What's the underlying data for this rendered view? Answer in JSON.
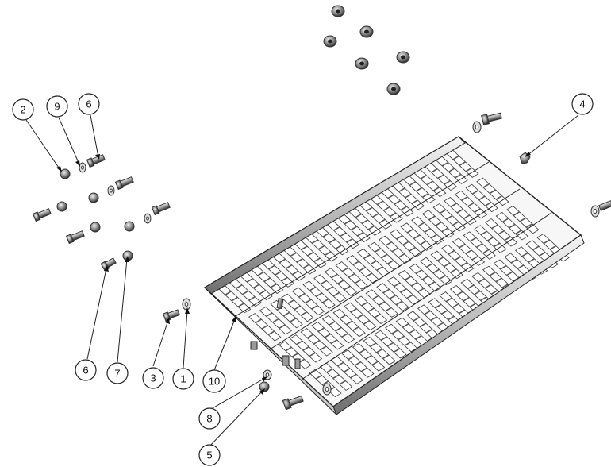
{
  "diagram": {
    "balloons": [
      "1",
      "2",
      "3",
      "4",
      "5",
      "6",
      "6",
      "7",
      "8",
      "9",
      "10"
    ]
  }
}
